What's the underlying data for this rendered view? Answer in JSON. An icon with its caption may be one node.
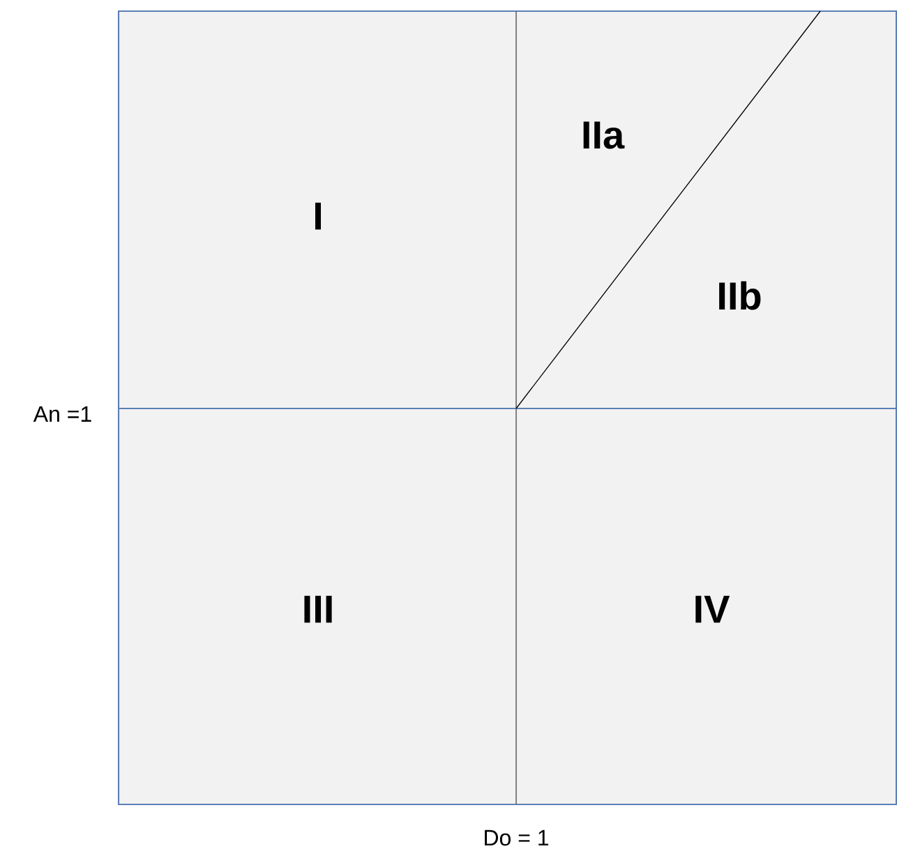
{
  "diagram": {
    "labels": [
      "IIa",
      "I",
      "IIb",
      "An =1",
      "III",
      "IV",
      "Do = 1"
    ]
  }
}
